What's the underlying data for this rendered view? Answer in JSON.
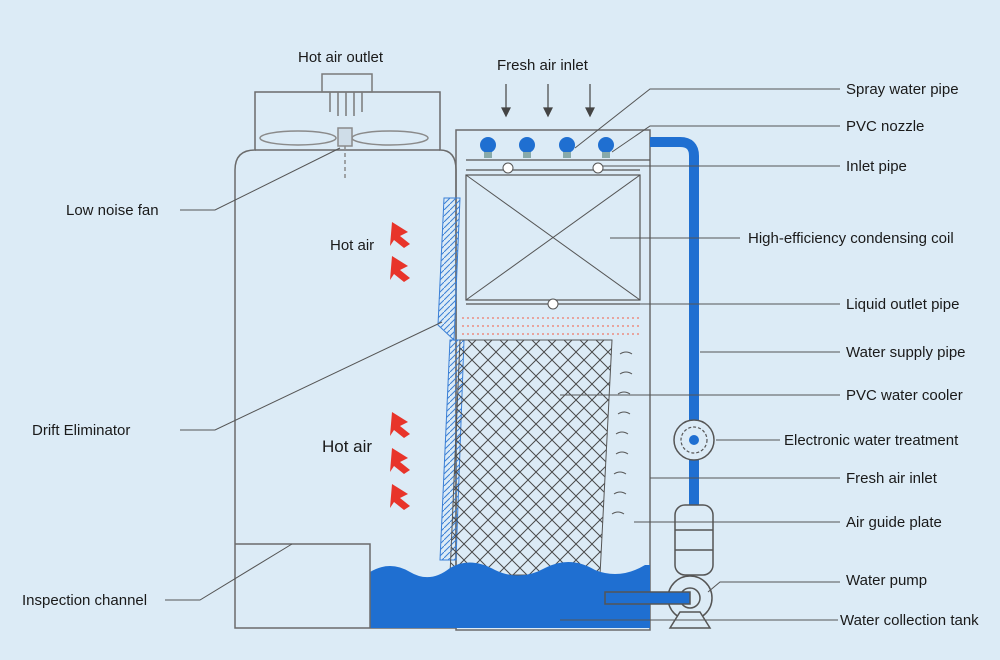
{
  "labels": {
    "hot_air_outlet": "Hot air outlet",
    "fresh_air_inlet_top": "Fresh air inlet",
    "spray_water_pipe": "Spray water pipe",
    "pvc_nozzle": "PVC nozzle",
    "inlet_pipe": "Inlet pipe",
    "condensing_coil": "High-efficiency condensing coil",
    "liquid_outlet_pipe": "Liquid outlet pipe",
    "water_supply_pipe": "Water supply pipe",
    "pvc_water_cooler": "PVC water cooler",
    "electronic_water_treatment": "Electronic water treatment",
    "fresh_air_inlet_side": "Fresh air inlet",
    "air_guide_plate": "Air guide plate",
    "water_pump": "Water pump",
    "water_collection_tank": "Water collection tank",
    "low_noise_fan": "Low noise fan",
    "drift_eliminator": "Drift Eliminator",
    "inspection_channel": "Inspection channel",
    "hot_air_upper": "Hot air",
    "hot_air_lower": "Hot air"
  },
  "colors": {
    "background": "#dcebf6",
    "water": "#1f6fd1",
    "pipe": "#1f6fd1",
    "hot_air_arrow": "#e8342a",
    "outline": "#6b6b6b"
  }
}
